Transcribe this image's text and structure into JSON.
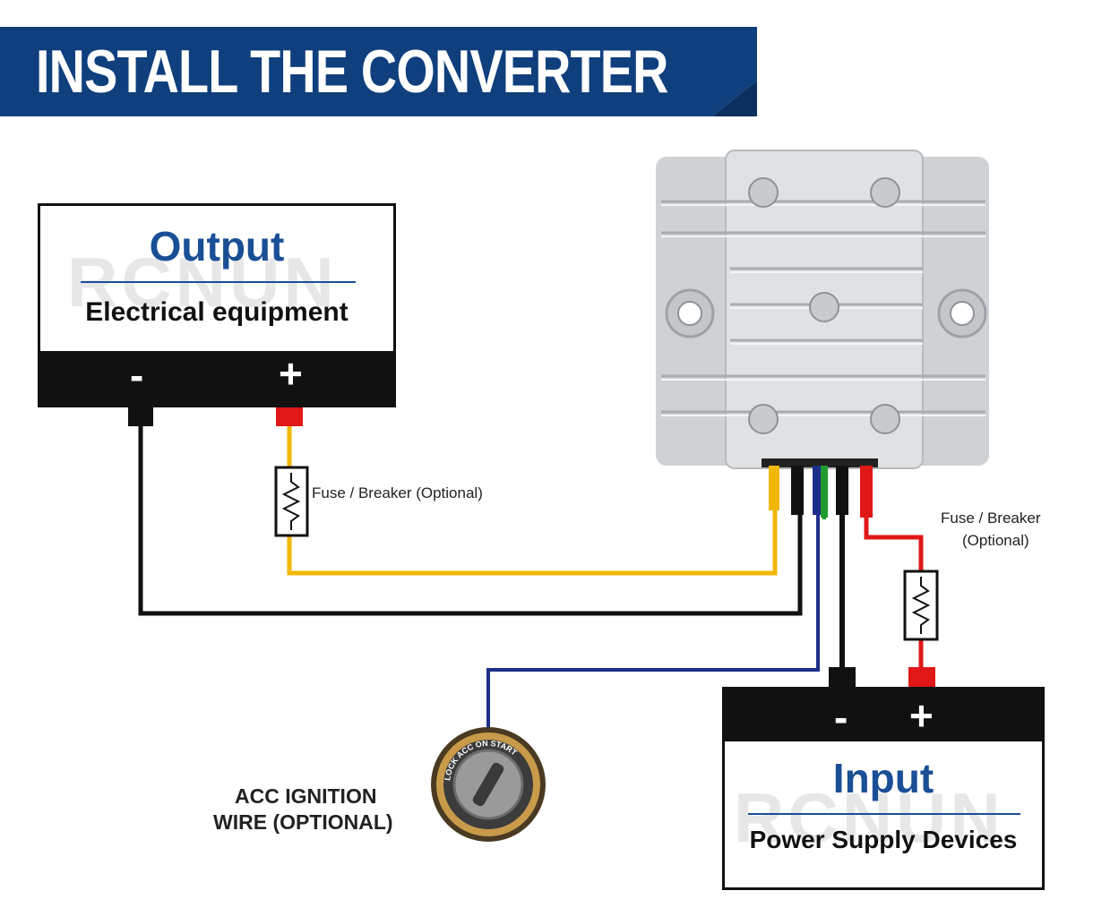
{
  "header": {
    "title": "INSTALL THE CONVERTER"
  },
  "output_box": {
    "title": "Output",
    "subtitle": "Electrical equipment",
    "minus": "-",
    "plus": "+"
  },
  "input_box": {
    "title": "Input",
    "subtitle": "Power Supply Devices",
    "minus": "-",
    "plus": "+"
  },
  "labels": {
    "fuse_output": "Fuse / Breaker (Optional)",
    "fuse_input_line1": "Fuse / Breaker",
    "fuse_input_line2": "(Optional)",
    "acc_line1": "ACC IGNITION",
    "acc_line2": "WIRE (OPTIONAL)",
    "ignition_ring": "LOCK ACC ON START"
  },
  "watermark": "RCNUN",
  "colors": {
    "banner": "#103f7d",
    "title_blue": "#1a4f96",
    "wire_yellow": "#f2b705",
    "wire_red": "#e01818",
    "wire_blue": "#1c2f8a",
    "wire_green": "#1f9a2e",
    "wire_black": "#111111",
    "converter_metal": "#d4d6d8"
  }
}
